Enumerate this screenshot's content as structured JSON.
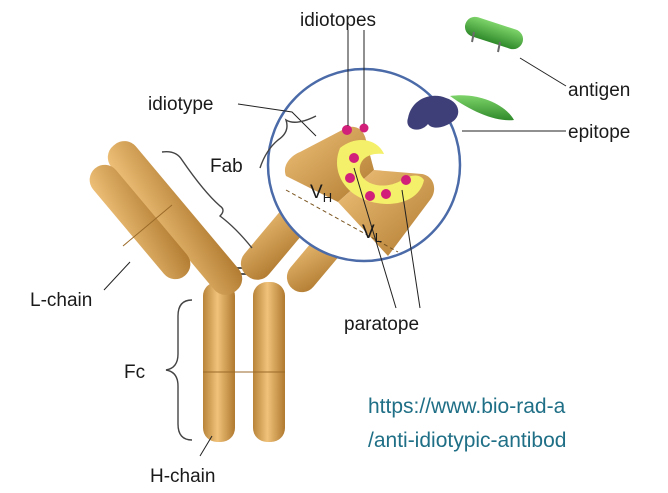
{
  "labels": {
    "idiotopes": "idiotopes",
    "idiotype": "idiotype",
    "antigen": "antigen",
    "epitope": "epitope",
    "fab": "Fab",
    "vh": "V",
    "vh_sub": "H",
    "vl": "V",
    "vl_sub": "L",
    "paratope": "paratope",
    "l_chain": "L-chain",
    "fc": "Fc",
    "h_chain": "H-chain"
  },
  "source": {
    "line1": "https://www.bio-rad-a",
    "line2": "/anti-idiotypic-antibod"
  },
  "colors": {
    "chain": "#d9a050",
    "chain_dark": "#a8742c",
    "paratope_yellow": "#f4f06a",
    "idiotope_dot": "#d21f7a",
    "antigen_green": "#4caf3c",
    "epitope_purple": "#3e3f78",
    "circle_blue": "#4a6aa8",
    "url_text": "#1f6f86"
  }
}
